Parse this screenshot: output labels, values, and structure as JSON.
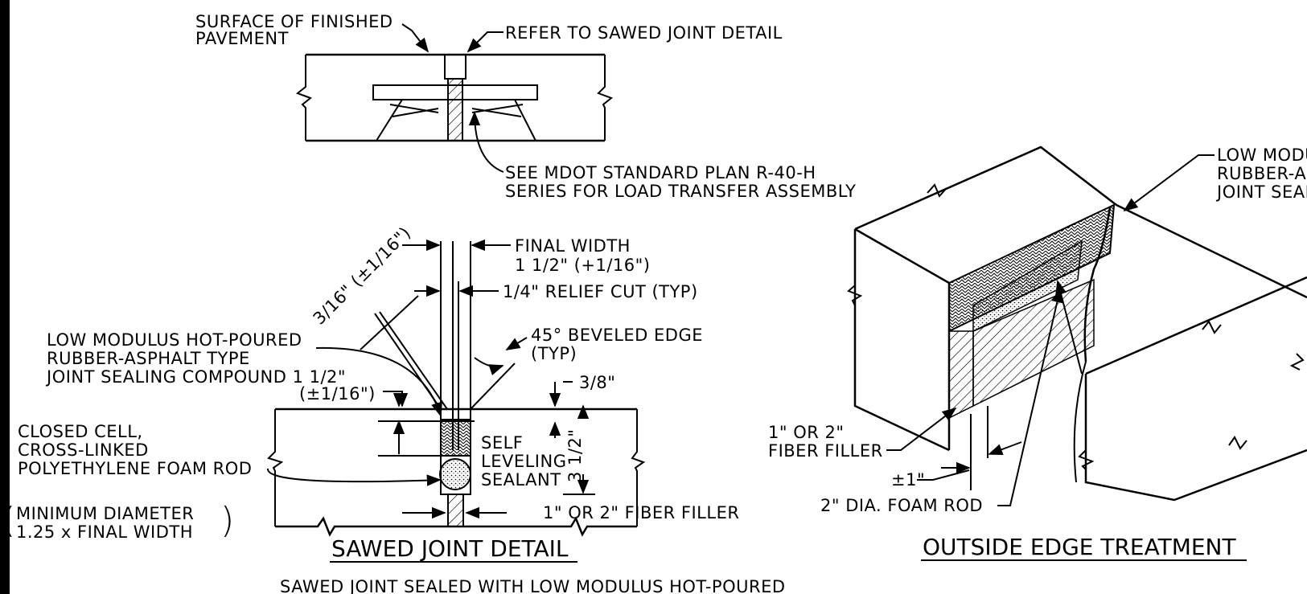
{
  "top_detail": {
    "surface_label_1": "SURFACE OF FINISHED",
    "surface_label_2": "PAVEMENT",
    "refer_label": "REFER TO SAWED JOINT DETAIL",
    "mdot_label_1": "SEE MDOT STANDARD PLAN R-40-H",
    "mdot_label_2": "SERIES FOR LOAD TRANSFER ASSEMBLY"
  },
  "sawed_joint": {
    "title": "SAWED JOINT DETAIL",
    "tolerance_1": "3/16\" (±1/16\")",
    "final_width_1": "FINAL WIDTH",
    "final_width_2": "1 1/2\" (+1/16\")",
    "relief_cut": "1/4\" RELIEF CUT (TYP)",
    "beveled_1": "45° BEVELED EDGE",
    "beveled_2": "(TYP)",
    "compound_1": "LOW MODULUS HOT-POURED",
    "compound_2": "RUBBER-ASPHALT TYPE",
    "compound_3": "JOINT SEALING COMPOUND 1 1/2\"",
    "compound_4": "(±1/16\")",
    "three_eighths": "3/8\"",
    "foam_1": "CLOSED CELL,",
    "foam_2": "CROSS-LINKED",
    "foam_3": "POLYETHYLENE FOAM ROD",
    "self_1": "SELF",
    "self_2": "LEVELING",
    "self_3": "SEALANT",
    "depth": "3 1/2\"",
    "min_dia_1": "MINIMUM DIAMETER",
    "min_dia_2": "1.25 x FINAL WIDTH",
    "fiber": "1\" OR 2\" FIBER FILLER",
    "note": "SAWED JOINT SEALED WITH LOW MODULUS HOT-POURED"
  },
  "outside_edge": {
    "title": "OUTSIDE EDGE TREATMENT",
    "low_mod_1": "LOW MODULU",
    "low_mod_2": "RUBBER-ASI",
    "low_mod_3": "JOINT SEALIN",
    "fiber_1": "1\" OR 2\"",
    "fiber_2": "FIBER FILLER",
    "pm1": "±1\"",
    "foam_rod": "2\" DIA. FOAM ROD"
  }
}
